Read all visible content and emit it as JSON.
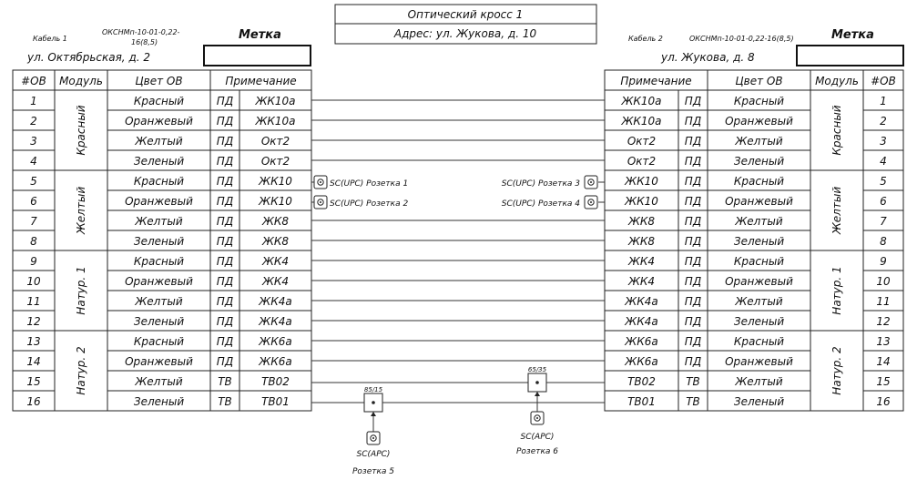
{
  "title": {
    "cross_name": "Оптический кросс 1",
    "address": "Адрес: ул. Жукова, д. 10"
  },
  "left": {
    "cable_label": "Кабель 1",
    "cable_type": "ОКСНМп-10-01-0,22-16(8,5)",
    "street": "ул. Октябрьская, д. 2",
    "mark_header": "Метка",
    "mark_value": "",
    "headers": {
      "num": "#ОВ",
      "module": "Модуль",
      "color": "Цвет ОВ",
      "note": "Примечание"
    },
    "modules": [
      "Красный",
      "Желтый",
      "Натур. 1",
      "Натур. 2"
    ],
    "rows": [
      {
        "num": "1",
        "color": "Красный",
        "type": "ПД",
        "note": "ЖК10а"
      },
      {
        "num": "2",
        "color": "Оранжевый",
        "type": "ПД",
        "note": "ЖК10а"
      },
      {
        "num": "3",
        "color": "Желтый",
        "type": "ПД",
        "note": "Окт2"
      },
      {
        "num": "4",
        "color": "Зеленый",
        "type": "ПД",
        "note": "Окт2"
      },
      {
        "num": "5",
        "color": "Красный",
        "type": "ПД",
        "note": "ЖК10"
      },
      {
        "num": "6",
        "color": "Оранжевый",
        "type": "ПД",
        "note": "ЖК10"
      },
      {
        "num": "7",
        "color": "Желтый",
        "type": "ПД",
        "note": "ЖК8"
      },
      {
        "num": "8",
        "color": "Зеленый",
        "type": "ПД",
        "note": "ЖК8"
      },
      {
        "num": "9",
        "color": "Красный",
        "type": "ПД",
        "note": "ЖК4"
      },
      {
        "num": "10",
        "color": "Оранжевый",
        "type": "ПД",
        "note": "ЖК4"
      },
      {
        "num": "11",
        "color": "Желтый",
        "type": "ПД",
        "note": "ЖК4а"
      },
      {
        "num": "12",
        "color": "Зеленый",
        "type": "ПД",
        "note": "ЖК4а"
      },
      {
        "num": "13",
        "color": "Красный",
        "type": "ПД",
        "note": "ЖК6а"
      },
      {
        "num": "14",
        "color": "Оранжевый",
        "type": "ПД",
        "note": "ЖК6а"
      },
      {
        "num": "15",
        "color": "Желтый",
        "type": "ТВ",
        "note": "ТВ02"
      },
      {
        "num": "16",
        "color": "Зеленый",
        "type": "ТВ",
        "note": "ТВ01"
      }
    ]
  },
  "right": {
    "cable_label": "Кабель 2",
    "cable_type": "ОКСНМп-10-01-0,22-16(8,5)",
    "street": "ул. Жукова, д. 8",
    "mark_header": "Метка",
    "mark_value": "",
    "headers": {
      "num": "#ОВ",
      "module": "Модуль",
      "color": "Цвет ОВ",
      "note": "Примечание"
    },
    "modules": [
      "Красный",
      "Желтый",
      "Натур. 1",
      "Натур. 2"
    ],
    "rows": [
      {
        "num": "1",
        "color": "Красный",
        "type": "ПД",
        "note": "ЖК10а"
      },
      {
        "num": "2",
        "color": "Оранжевый",
        "type": "ПД",
        "note": "ЖК10а"
      },
      {
        "num": "3",
        "color": "Желтый",
        "type": "ПД",
        "note": "Окт2"
      },
      {
        "num": "4",
        "color": "Зеленый",
        "type": "ПД",
        "note": "Окт2"
      },
      {
        "num": "5",
        "color": "Красный",
        "type": "ПД",
        "note": "ЖК10"
      },
      {
        "num": "6",
        "color": "Оранжевый",
        "type": "ПД",
        "note": "ЖК10"
      },
      {
        "num": "7",
        "color": "Желтый",
        "type": "ПД",
        "note": "ЖК8"
      },
      {
        "num": "8",
        "color": "Зеленый",
        "type": "ПД",
        "note": "ЖК8"
      },
      {
        "num": "9",
        "color": "Красный",
        "type": "ПД",
        "note": "ЖК4"
      },
      {
        "num": "10",
        "color": "Оранжевый",
        "type": "ПД",
        "note": "ЖК4"
      },
      {
        "num": "11",
        "color": "Желтый",
        "type": "ПД",
        "note": "ЖК4а"
      },
      {
        "num": "12",
        "color": "Зеленый",
        "type": "ПД",
        "note": "ЖК4а"
      },
      {
        "num": "13",
        "color": "Красный",
        "type": "ПД",
        "note": "ЖК6а"
      },
      {
        "num": "14",
        "color": "Оранжевый",
        "type": "ПД",
        "note": "ЖК6а"
      },
      {
        "num": "15",
        "color": "Желтый",
        "type": "ТВ",
        "note": "ТВ02"
      },
      {
        "num": "16",
        "color": "Зеленый",
        "type": "ТВ",
        "note": "ТВ01"
      }
    ]
  },
  "sockets": {
    "s1": "SC(UPC) Розетка 1",
    "s2": "SC(UPC) Розетка 2",
    "s3": "SC(UPC) Розетка 3",
    "s4": "SC(UPC) Розетка 4",
    "s5_type": "SC(APC)",
    "s5_name": "Розетка 5",
    "s5_ratio": "85/15",
    "s6_type": "SC(APC)",
    "s6_name": "Розетка 6",
    "s6_ratio": "65/35"
  },
  "connections": {
    "direct_rows": [
      1,
      2,
      3,
      4,
      7,
      8,
      9,
      10,
      11,
      12,
      13,
      14
    ],
    "socket_rows": [
      5,
      6
    ],
    "splitter_rows": [
      15,
      16
    ]
  }
}
